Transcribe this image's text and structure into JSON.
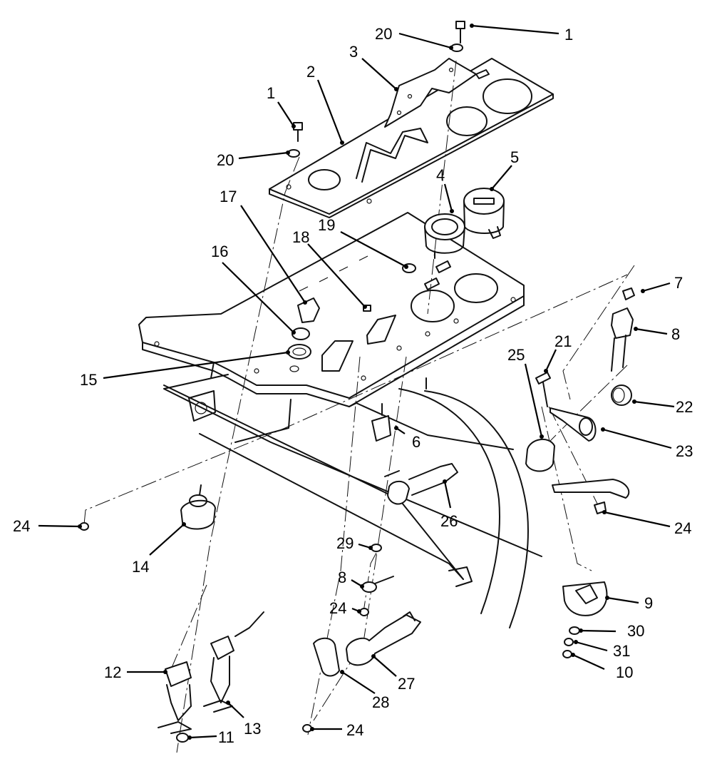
{
  "callouts": [
    {
      "text": "1"
    },
    {
      "text": "20"
    },
    {
      "text": "3"
    },
    {
      "text": "2"
    },
    {
      "text": "1"
    },
    {
      "text": "20"
    },
    {
      "text": "5"
    },
    {
      "text": "4"
    },
    {
      "text": "17"
    },
    {
      "text": "18"
    },
    {
      "text": "19"
    },
    {
      "text": "16"
    },
    {
      "text": "7"
    },
    {
      "text": "8"
    },
    {
      "text": "15"
    },
    {
      "text": "21"
    },
    {
      "text": "25"
    },
    {
      "text": "22"
    },
    {
      "text": "6"
    },
    {
      "text": "23"
    },
    {
      "text": "26"
    },
    {
      "text": "24"
    },
    {
      "text": "24"
    },
    {
      "text": "14"
    },
    {
      "text": "29"
    },
    {
      "text": "8"
    },
    {
      "text": "24"
    },
    {
      "text": "9"
    },
    {
      "text": "30"
    },
    {
      "text": "31"
    },
    {
      "text": "10"
    },
    {
      "text": "12"
    },
    {
      "text": "27"
    },
    {
      "text": "28"
    },
    {
      "text": "13"
    },
    {
      "text": "11"
    },
    {
      "text": "24"
    }
  ]
}
